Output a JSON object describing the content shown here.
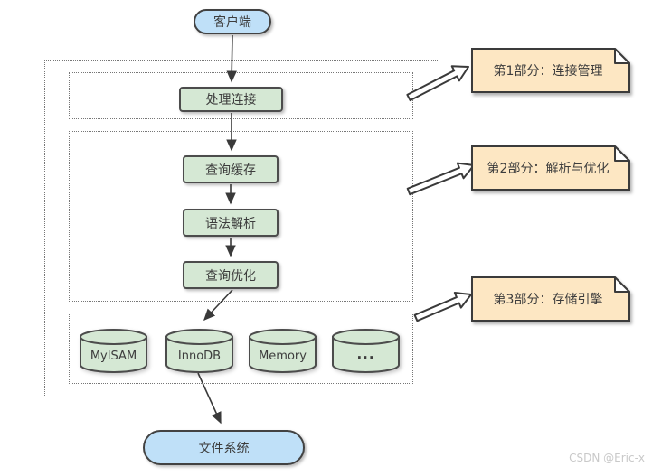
{
  "flow": {
    "client": "客户端",
    "connection": "处理连接",
    "query_cache": "查询缓存",
    "parser": "语法解析",
    "optimizer": "查询优化",
    "engines": [
      "MyISAM",
      "InnoDB",
      "Memory",
      "..."
    ],
    "file_system": "文件系统"
  },
  "notes": [
    {
      "label": "第1部分：连接管理"
    },
    {
      "label": "第2部分：解析与优化"
    },
    {
      "label": "第3部分：存储引擎"
    }
  ],
  "watermark": "CSDN @Eric-x",
  "colors": {
    "process_green": "#d5e8d4",
    "terminal_blue": "#bfe0f8",
    "note_orange": "#fde7c3",
    "border_dark": "#4c4c4c",
    "arrow": "#3a3a3a"
  }
}
